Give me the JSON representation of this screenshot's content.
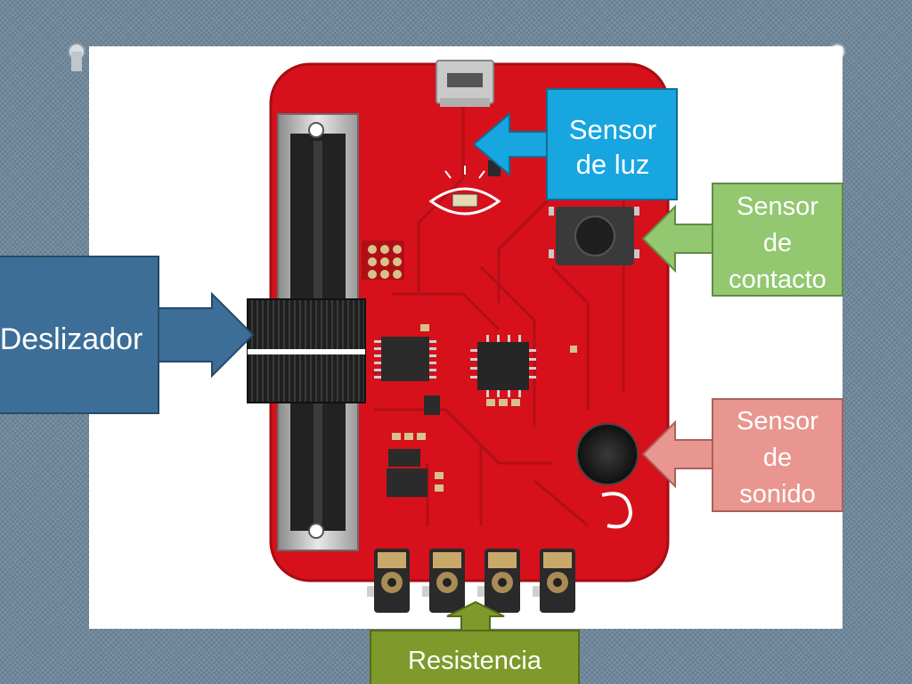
{
  "slide": {
    "background_color": "#6f889c",
    "board_image": "PicoBoard circuit board photo",
    "callouts": {
      "light": {
        "lines": [
          "Sensor",
          "de luz"
        ],
        "color": "#17a6e0"
      },
      "touch": {
        "lines": [
          "Sensor",
          "de",
          "contacto"
        ],
        "color": "#93c770"
      },
      "slider": {
        "lines": [
          "Deslizador"
        ],
        "color": "#3c6e97"
      },
      "sound": {
        "lines": [
          "Sensor",
          "de",
          "sonido"
        ],
        "color": "#e8968f"
      },
      "resistance": {
        "lines": [
          "Resistencia"
        ],
        "color": "#7f9a2a"
      }
    }
  }
}
